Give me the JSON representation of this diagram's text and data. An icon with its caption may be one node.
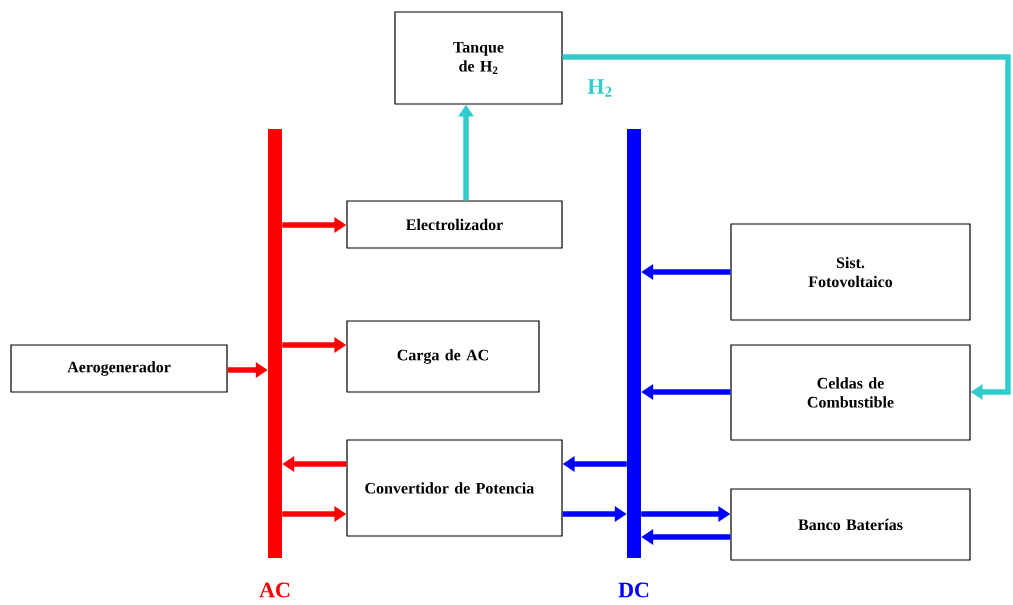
{
  "diagram": {
    "nodes": [
      {
        "text": [
          "Tanque de H$_{2}$"
        ]
      },
      {
        "text": [],
        "shape": "bar",
        "beside": [
          "AC"
        ]
      },
      {
        "text": [],
        "shape": "bar",
        "beside": [
          "DC"
        ]
      },
      {
        "text": [
          "Electrolizador"
        ]
      },
      {
        "text": [
          "Carga de AC"
        ]
      },
      {
        "text": [
          "Aerogenerador"
        ]
      },
      {
        "text": [
          "Convertidor de Potencia"
        ]
      },
      {
        "text": [
          "Sist. Fotovoltaico"
        ]
      },
      {
        "text": [
          "Celdas de Combustible"
        ]
      },
      {
        "text": [
          "Banco Baterías"
        ]
      }
    ],
    "edges": [
      {
        "from": 3,
        "to": 0,
        "arrow": "to",
        "color": "#33cccc"
      },
      {
        "from": 0,
        "to": 8,
        "arrow": "to",
        "color": "#33cccc",
        "label": "H$_{2}$"
      },
      {
        "from": 1,
        "to": 3,
        "arrow": "to",
        "color": "#ff0000"
      },
      {
        "from": 1,
        "to": 4,
        "arrow": "to",
        "color": "#ff0000"
      },
      {
        "from": 5,
        "to": 1,
        "arrow": "to",
        "color": "#ff0000"
      },
      {
        "from": 6,
        "to": 1,
        "arrow": "to",
        "color": "#ff0000"
      },
      {
        "from": 1,
        "to": 6,
        "arrow": "to",
        "color": "#ff0000"
      },
      {
        "from": 2,
        "to": 6,
        "arrow": "to",
        "color": "#0000ff"
      },
      {
        "from": 6,
        "to": 2,
        "arrow": "to",
        "color": "#0000ff"
      },
      {
        "from": 2,
        "to": 9,
        "arrow": "to",
        "color": "#0000ff"
      },
      {
        "from": 9,
        "to": 2,
        "arrow": "to",
        "color": "#0000ff"
      },
      {
        "from": 7,
        "to": 2,
        "arrow": "to",
        "color": "#0000ff"
      },
      {
        "from": 8,
        "to": 2,
        "arrow": "to",
        "color": "#0000ff"
      }
    ]
  }
}
